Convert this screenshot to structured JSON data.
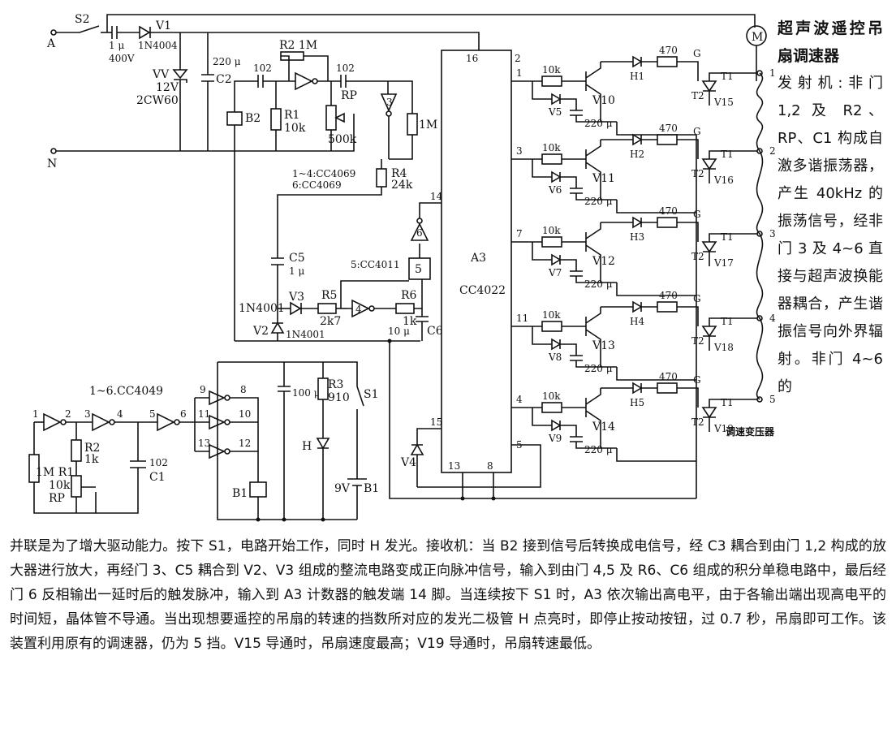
{
  "labels": {
    "S2": "S2",
    "A": "A",
    "N": "N",
    "C_1u": "1 μ",
    "C_400V": "400V",
    "V1": "V1",
    "D1N4004": "1N4004",
    "VV": "VV",
    "V12": "12V",
    "CW60": "2CW60",
    "C2val": "220 μ",
    "C2": "C2",
    "R2M": "R2 1M",
    "c102a": "102",
    "c102b": "102",
    "R1": "R1",
    "R1v": "10k",
    "RP": "RP",
    "RPv": "500k",
    "R1M": "1M",
    "B2": "B2",
    "g1to4": "1~4:CC4069",
    "g6": "6:CC4069",
    "R4": "R4",
    "R4v": "24k",
    "C5": "C5",
    "C5v": "1 μ",
    "g5": "5:CC4011",
    "n5": "5",
    "V3": "V3",
    "R5": "R5",
    "R5v": "2k7",
    "R6": "R6",
    "R6v": "1k",
    "C6v": "10 μ",
    "C6": "C6",
    "V2": "V2",
    "D1N4001a": "1N4001",
    "D1N4001b": "1N4001",
    "A3": "A3",
    "CC4022": "CC4022",
    "p16": "16",
    "p2": "2",
    "p1": "1",
    "p3": "3",
    "p7": "7",
    "p11": "11",
    "p4": "4",
    "p14": "14",
    "p15": "15",
    "p13": "13",
    "p8": "8",
    "p5": "5",
    "r10k": "10k",
    "r470": "470",
    "c220": "220 μ",
    "G": "G",
    "T1": "T1",
    "T2": "T2",
    "V4": "V4",
    "V10": "V10",
    "V11": "V11",
    "V12t": "V12",
    "V13": "V13",
    "V14": "V14",
    "V5": "V5",
    "V6": "V6",
    "V7": "V7",
    "V8": "V8",
    "V9": "V9",
    "H1": "H1",
    "H2": "H2",
    "H3": "H3",
    "H4": "H4",
    "H5": "H5",
    "V15": "V15",
    "V16": "V16",
    "V17": "V17",
    "V18": "V18",
    "V19": "V19",
    "o1": "1",
    "o2": "2",
    "o3": "3",
    "o4": "4",
    "o5": "5",
    "M": "M",
    "transformer": "调速变压器",
    "tx_g16": "1~6.CC4049",
    "tx_R1": "1M R1",
    "tx_R2": "R2",
    "tx_R2v": "1k",
    "tx_RP": "RP",
    "tx_RPv": "10k",
    "tx_c102": "102",
    "tx_C1": "C1",
    "tx_100u": "100 μ",
    "tx_R3": "R3",
    "tx_R3v": "910",
    "tx_S1": "S1",
    "tx_H": "H",
    "tx_B1": "B1",
    "tx_9V": "9V",
    "tx_B1b": "B1",
    "gn1": "1",
    "gn2": "2",
    "gn3": "3",
    "gn4": "4",
    "gn5": "5",
    "gn6": "6",
    "gn8": "8",
    "gn9": "9",
    "gn10": "10",
    "gn11": "11",
    "gn12": "12",
    "gn13": "13"
  },
  "side": {
    "title": "超声波遥控吊扇调速器",
    "body": "发射机:非门 1,2 及 R2、RP、C1 构成自激多谐振荡器，产生 40kHz 的振荡信号，经非门 3 及 4~6 直接与超声波换能器耦合，产生谐振信号向外界辐射。非门 4~6 的"
  },
  "bottom": {
    "text": "并联是为了增大驱动能力。按下 S1，电路开始工作，同时 H 发光。接收机：当 B2 接到信号后转换成电信号，经 C3 耦合到由门 1,2 构成的放大器进行放大，再经门 3、C5 耦合到 V2、V3 组成的整流电路变成正向脉冲信号，输入到由门 4,5 及 R6、C6 组成的积分单稳电路中，最后经门 6 反相输出一延时后的触发脉冲，输入到 A3 计数器的触发端 14 脚。当连续按下 S1 时，A3 依次输出高电平，由于各输出端出现高电平的时间短，晶体管不导通。当出现想要遥控的吊扇的转速的挡数所对应的发光二极管 H 点亮时，即停止按动按钮，过 0.7 秒，吊扇即可工作。该装置利用原有的调速器，仍为 5 挡。V15 导通时，吊扇速度最高；V19 导通时，吊扇转速最低。"
  }
}
